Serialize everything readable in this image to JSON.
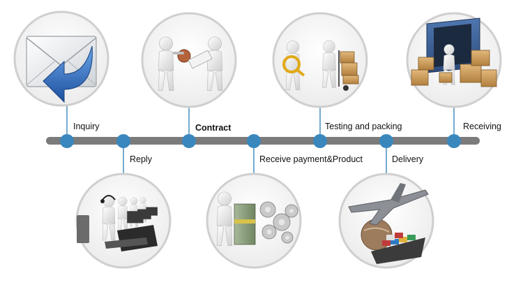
{
  "colors": {
    "timeline_bar": "#7b7b7b",
    "node_fill": "#3a87bd",
    "connector": "#3a87bd",
    "circle_border": "#cfcfcf",
    "figure": "#eeeeee",
    "arrow_blue": "#2f6fc2"
  },
  "steps": [
    {
      "label": "Inquiry",
      "icon": "envelope-reply-icon"
    },
    {
      "label": "Reply",
      "icon": "call-center-agents-icon"
    },
    {
      "label": "Contract",
      "icon": "contract-handshake-icon"
    },
    {
      "label": "Receive payment&Product",
      "icon": "money-and-gears-icon"
    },
    {
      "label": "Testing and packing",
      "icon": "magnifier-and-boxes-icon"
    },
    {
      "label": "Delivery",
      "icon": "plane-and-ship-icon"
    },
    {
      "label": "Receiving",
      "icon": "container-and-boxes-icon"
    }
  ]
}
